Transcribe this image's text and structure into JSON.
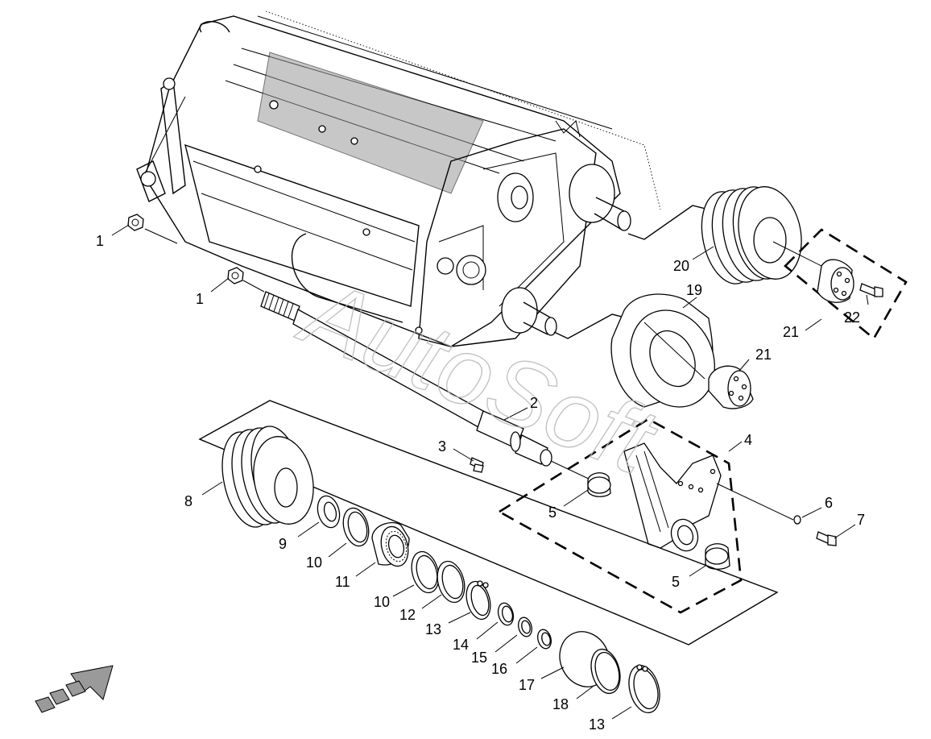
{
  "watermark": "AutoSoft",
  "callouts": [
    "1",
    "1",
    "2",
    "3",
    "4",
    "5",
    "5",
    "6",
    "7",
    "8",
    "9",
    "10",
    "10",
    "11",
    "12",
    "13",
    "13",
    "14",
    "15",
    "16",
    "17",
    "18",
    "19",
    "20",
    "21",
    "21",
    "22"
  ]
}
